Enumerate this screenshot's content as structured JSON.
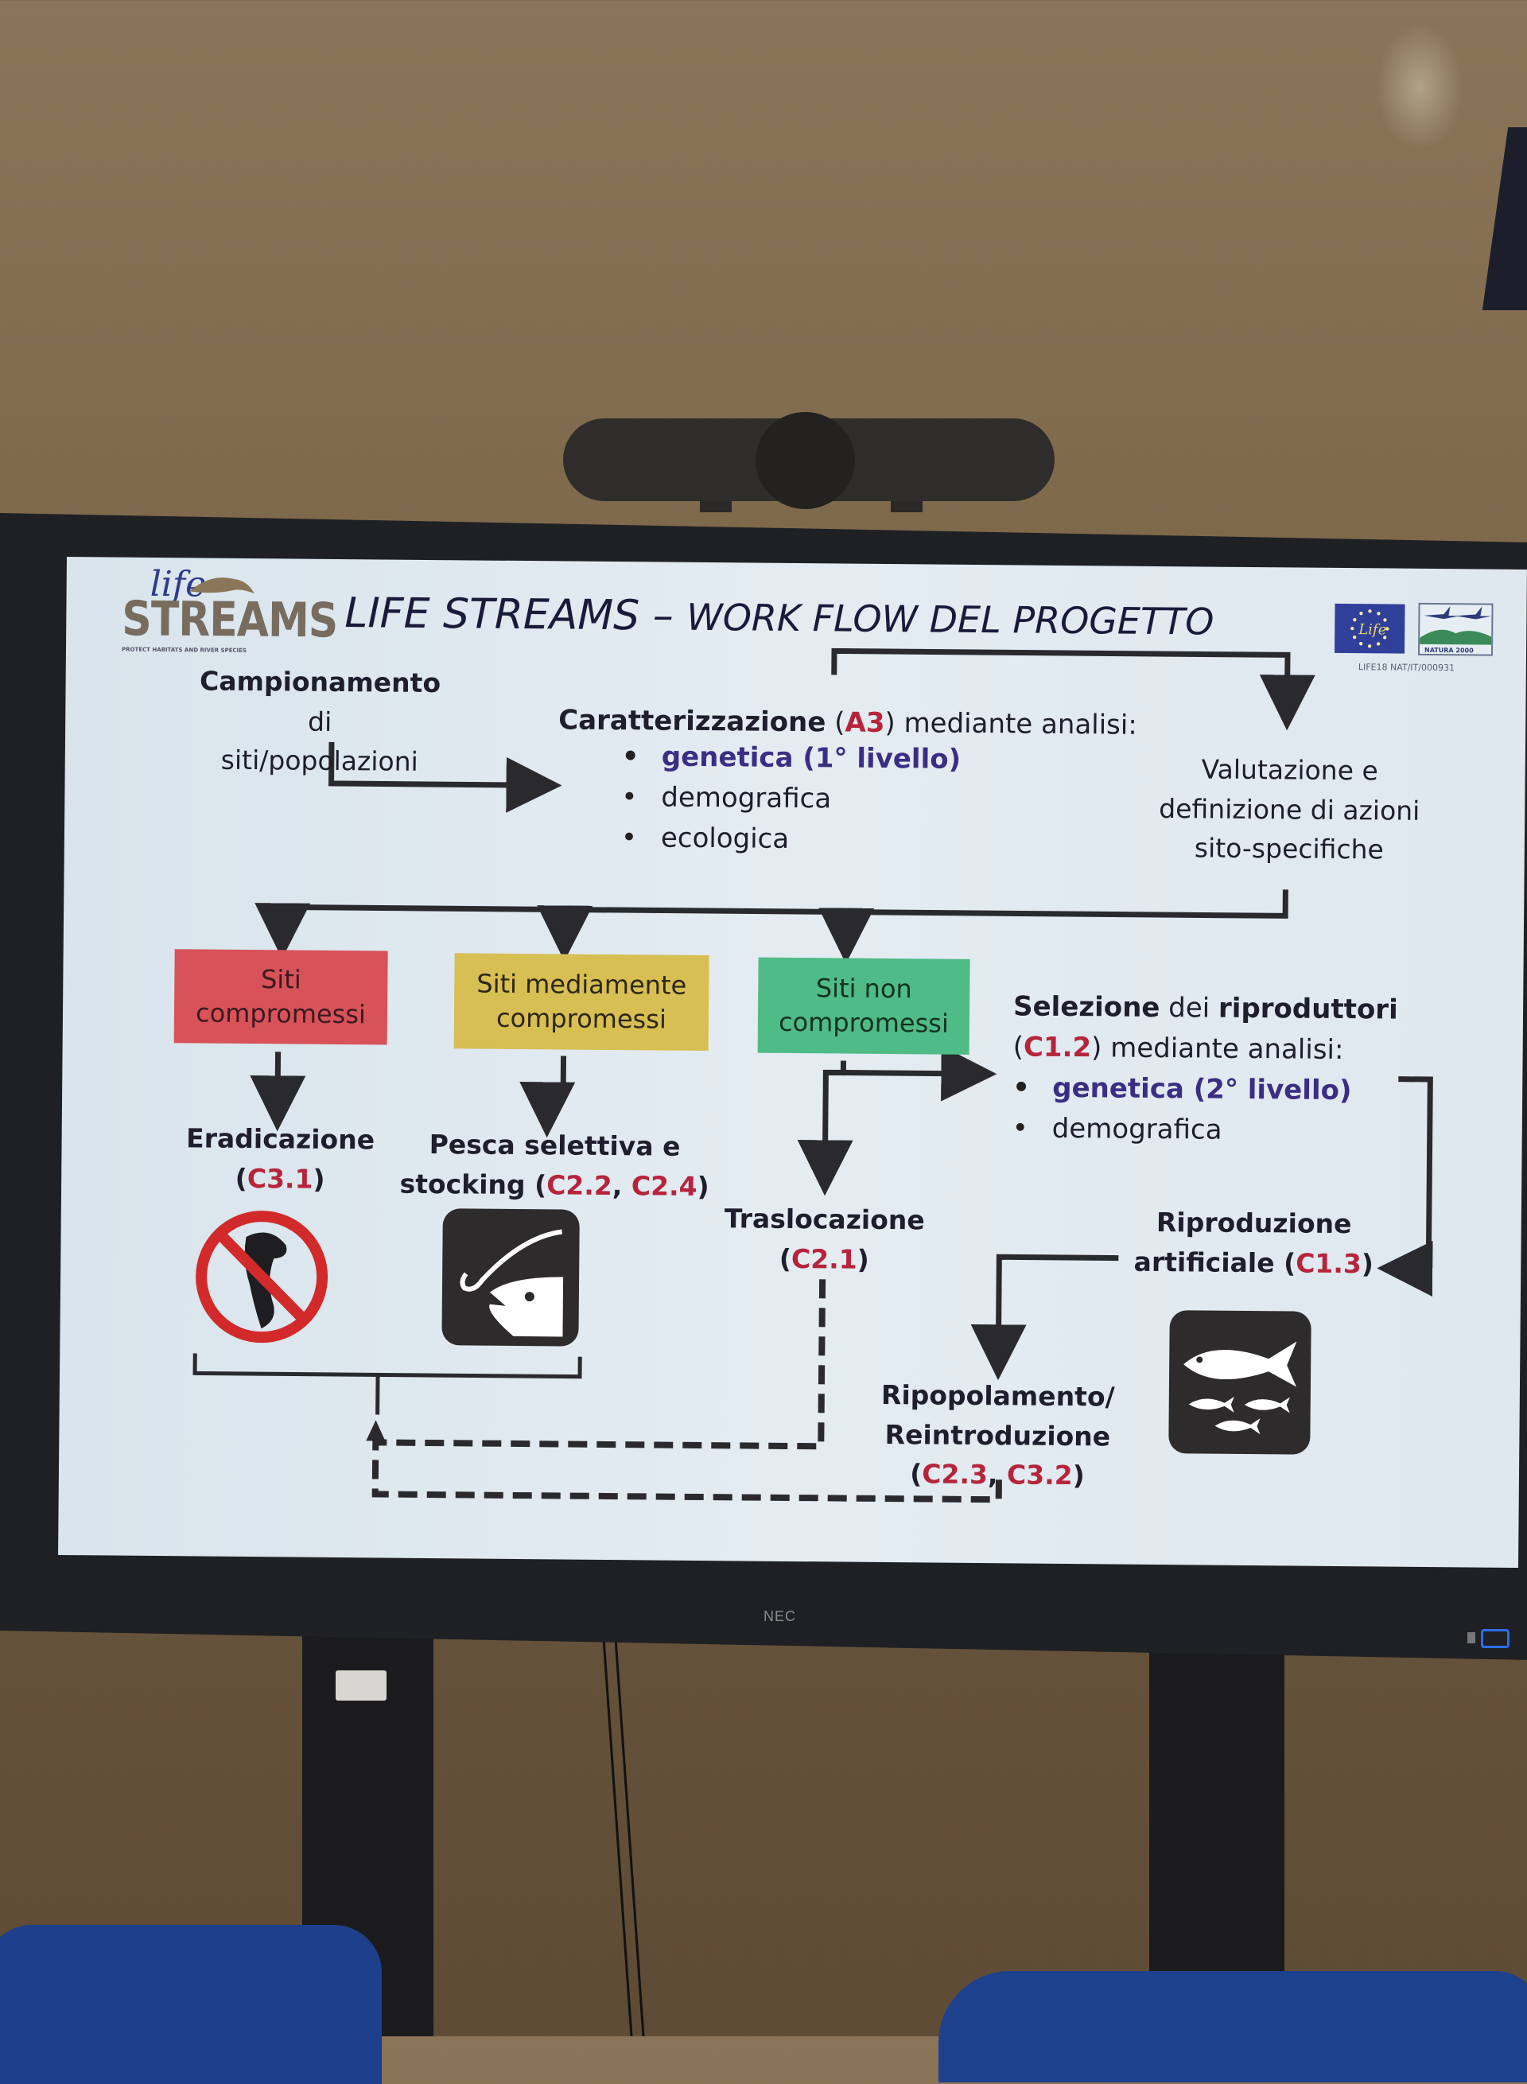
{
  "slide": {
    "title_main": "LIFE STREAMS",
    "title_dash": " – ",
    "title_sub": "WORK FLOW DEL PROGETTO",
    "logo": {
      "script": "life",
      "name": "STREAMS",
      "tagline": "PROTECT HABITATS AND RIVER SPECIES"
    },
    "partner_logos": {
      "eu_life": "Life",
      "natura": "NATURA 2000",
      "project_code": "LIFE18 NAT/IT/000931"
    },
    "nodes": {
      "sampling": {
        "bold": "Campionamento",
        "rest": " di",
        "line2": "siti/popolazioni"
      },
      "characterization": {
        "bold": "Caratterizzazione",
        "code": "A3",
        "rest": " mediante analisi:",
        "bullets": [
          {
            "text": "genetica (1° livello)",
            "emphasis": true
          },
          {
            "text": "demografica",
            "emphasis": false
          },
          {
            "text": "ecologica",
            "emphasis": false
          }
        ]
      },
      "evaluation": {
        "lines": [
          "Valutazione e",
          "definizione di azioni",
          "sito-specifiche"
        ]
      },
      "categories": [
        {
          "line1": "Siti",
          "line2": "compromessi",
          "color": "#d8525a"
        },
        {
          "line1": "Siti mediamente",
          "line2": "compromessi",
          "color": "#d7bf53"
        },
        {
          "line1": "Siti non",
          "line2": "compromessi",
          "color": "#4fbb86"
        }
      ],
      "eradication": {
        "title": "Eradicazione",
        "codes": [
          "C3.1"
        ]
      },
      "selective_fishing": {
        "title_line1": "Pesca selettiva e",
        "title_line2": "stocking",
        "codes": [
          "C2.2",
          "C2.4"
        ]
      },
      "translocation": {
        "title": "Traslocazione",
        "codes": [
          "C2.1"
        ]
      },
      "selection": {
        "bold1": "Selezione",
        "mid": " dei ",
        "bold2": "riproduttori",
        "code": "C1.2",
        "rest": " mediante analisi:",
        "bullets": [
          {
            "text": "genetica (2° livello)",
            "emphasis": true
          },
          {
            "text": "demografica",
            "emphasis": false
          }
        ]
      },
      "artificial_reproduction": {
        "line1": "Riproduzione",
        "line2": "artificiale",
        "codes": [
          "C1.3"
        ]
      },
      "restocking": {
        "line1": "Ripopolamento/",
        "line2": "Reintroduzione",
        "codes": [
          "C2.3",
          "C3.2"
        ]
      }
    },
    "colors": {
      "code_red": "#b6243c",
      "emphasis_blue": "#3a2e84"
    }
  },
  "display": {
    "brand": "NEC"
  }
}
